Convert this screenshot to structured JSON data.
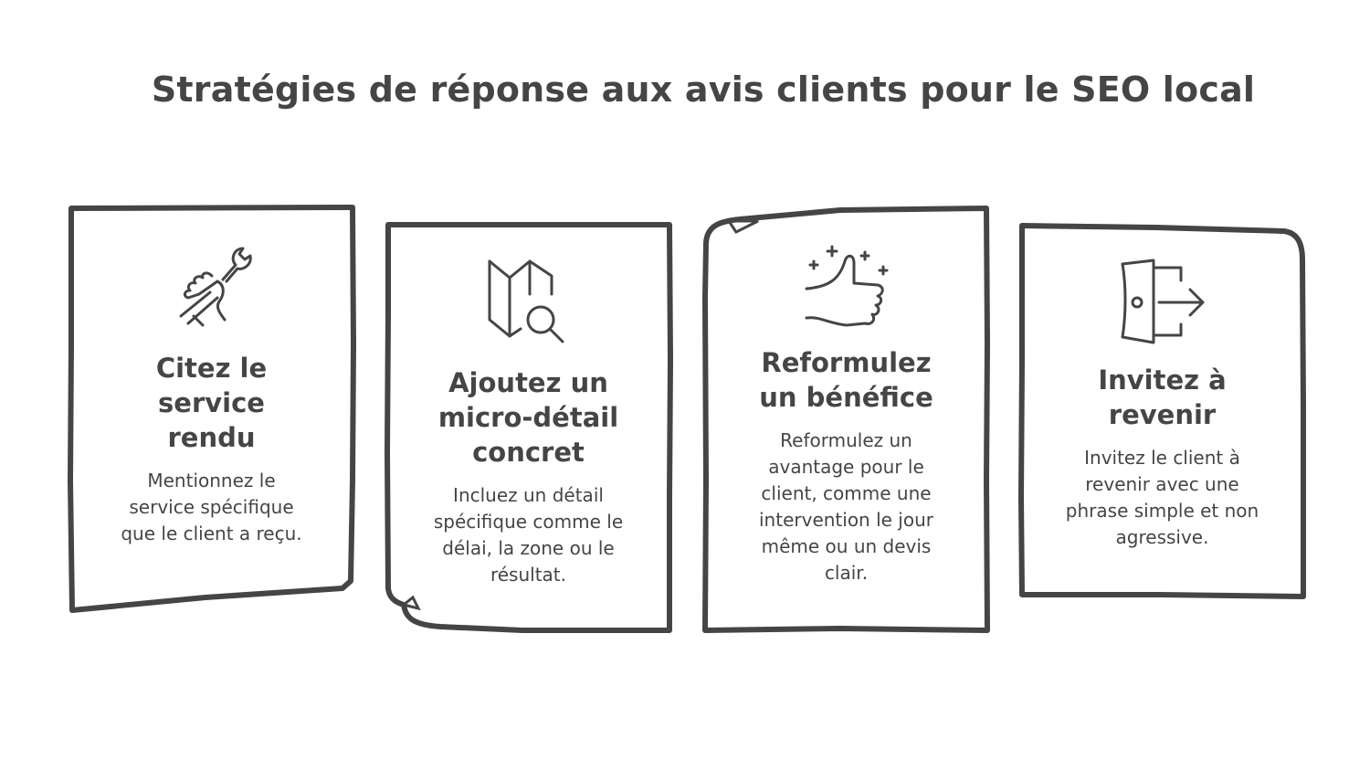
{
  "title": "Stratégies de réponse aux avis clients pour le SEO local",
  "colors": {
    "stroke": "#454545",
    "background": "#ffffff"
  },
  "cards": [
    {
      "icon": "hand-wrench-icon",
      "heading": "Citez le service rendu",
      "description": "Mentionnez le service spécifique que le client a reçu."
    },
    {
      "icon": "map-search-icon",
      "heading": "Ajoutez un micro-détail concret",
      "description": "Incluez un détail spécifique comme le délai, la zone ou le résultat."
    },
    {
      "icon": "thumbs-up-sparkle-icon",
      "heading": "Reformulez un bénéfice",
      "description": "Reformulez un avantage pour le client, comme une intervention le jour même ou un devis clair."
    },
    {
      "icon": "door-exit-icon",
      "heading": "Invitez à revenir",
      "description": "Invitez le client à revenir avec une phrase simple et non agressive."
    }
  ]
}
